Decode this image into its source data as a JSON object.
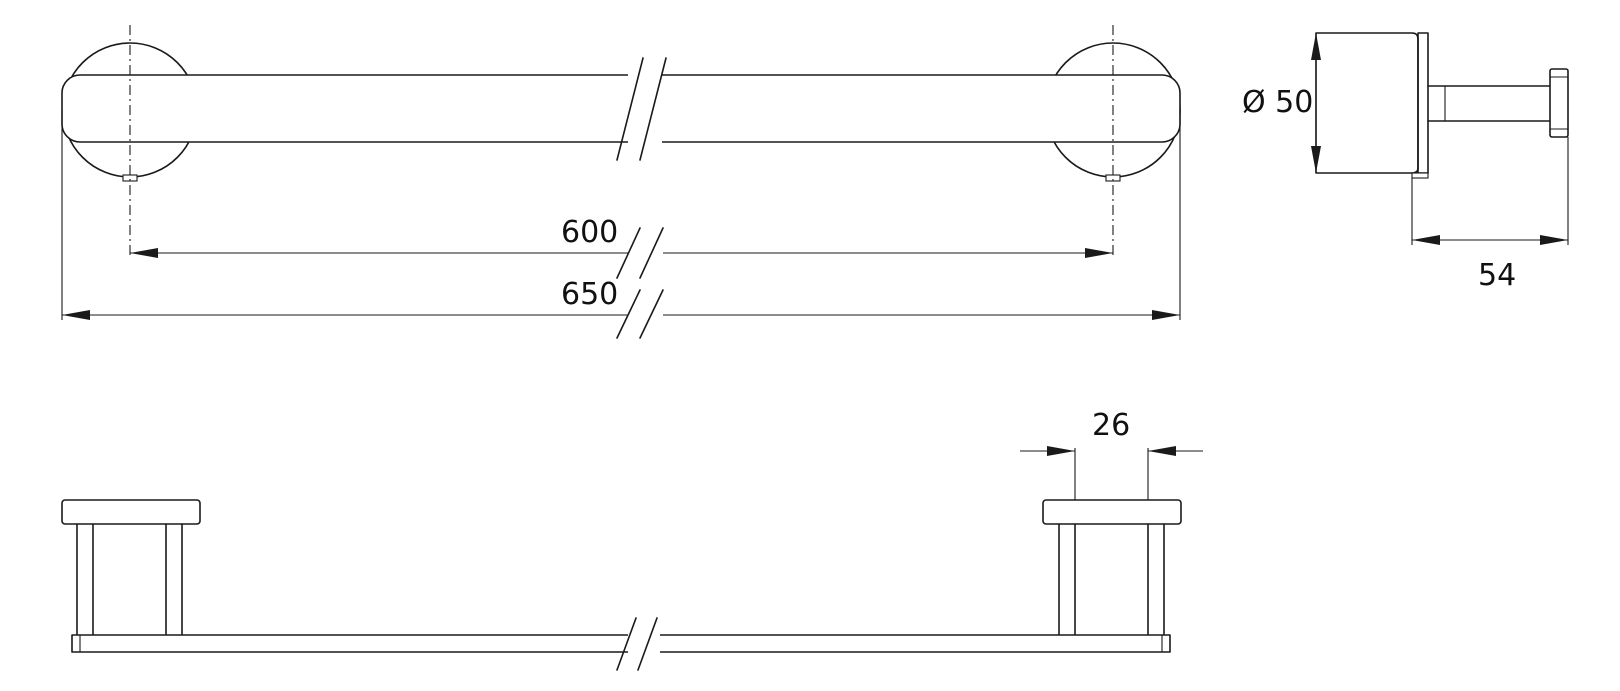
{
  "dimensions": {
    "inner_length": "600",
    "overall_length": "650",
    "diameter": "Ø 50",
    "projection": "54",
    "mount_width": "26"
  },
  "colors": {
    "line": "#1a1a1a",
    "background": "#ffffff"
  }
}
